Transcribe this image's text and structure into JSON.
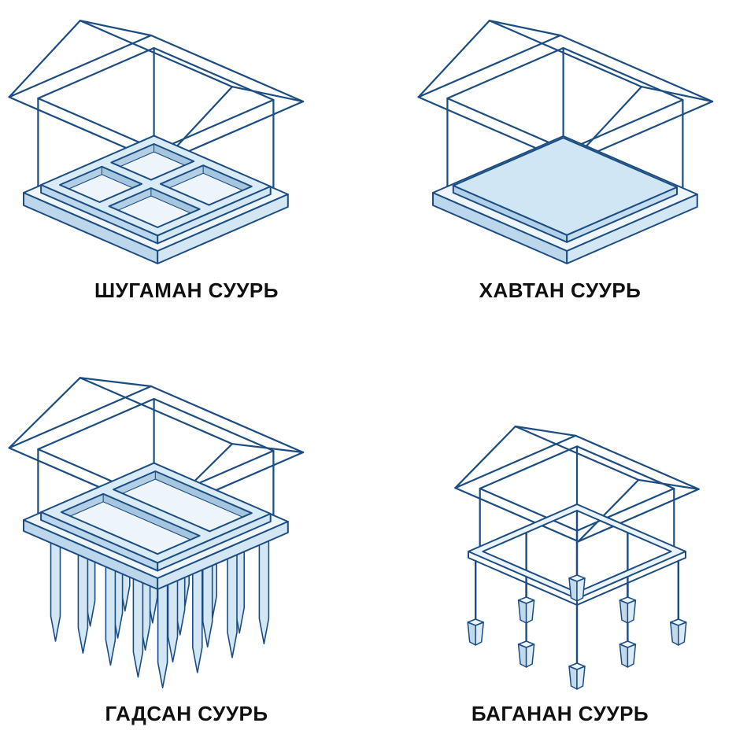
{
  "figure": {
    "panels": [
      {
        "label": "ШУГАМАН СУУРЬ"
      },
      {
        "label": "ХАВТАН СУУРЬ"
      },
      {
        "label": "ГАДСАН СУУРЬ"
      },
      {
        "label": "БАГАНАН СУУРЬ"
      }
    ],
    "colors": {
      "line": "#1b4d82",
      "slab_top": "#eef6fb",
      "slab_left": "#bcd7ec",
      "slab_right": "#d2e6f4",
      "ring": "#d8ebf7",
      "background": "#ffffff"
    }
  }
}
